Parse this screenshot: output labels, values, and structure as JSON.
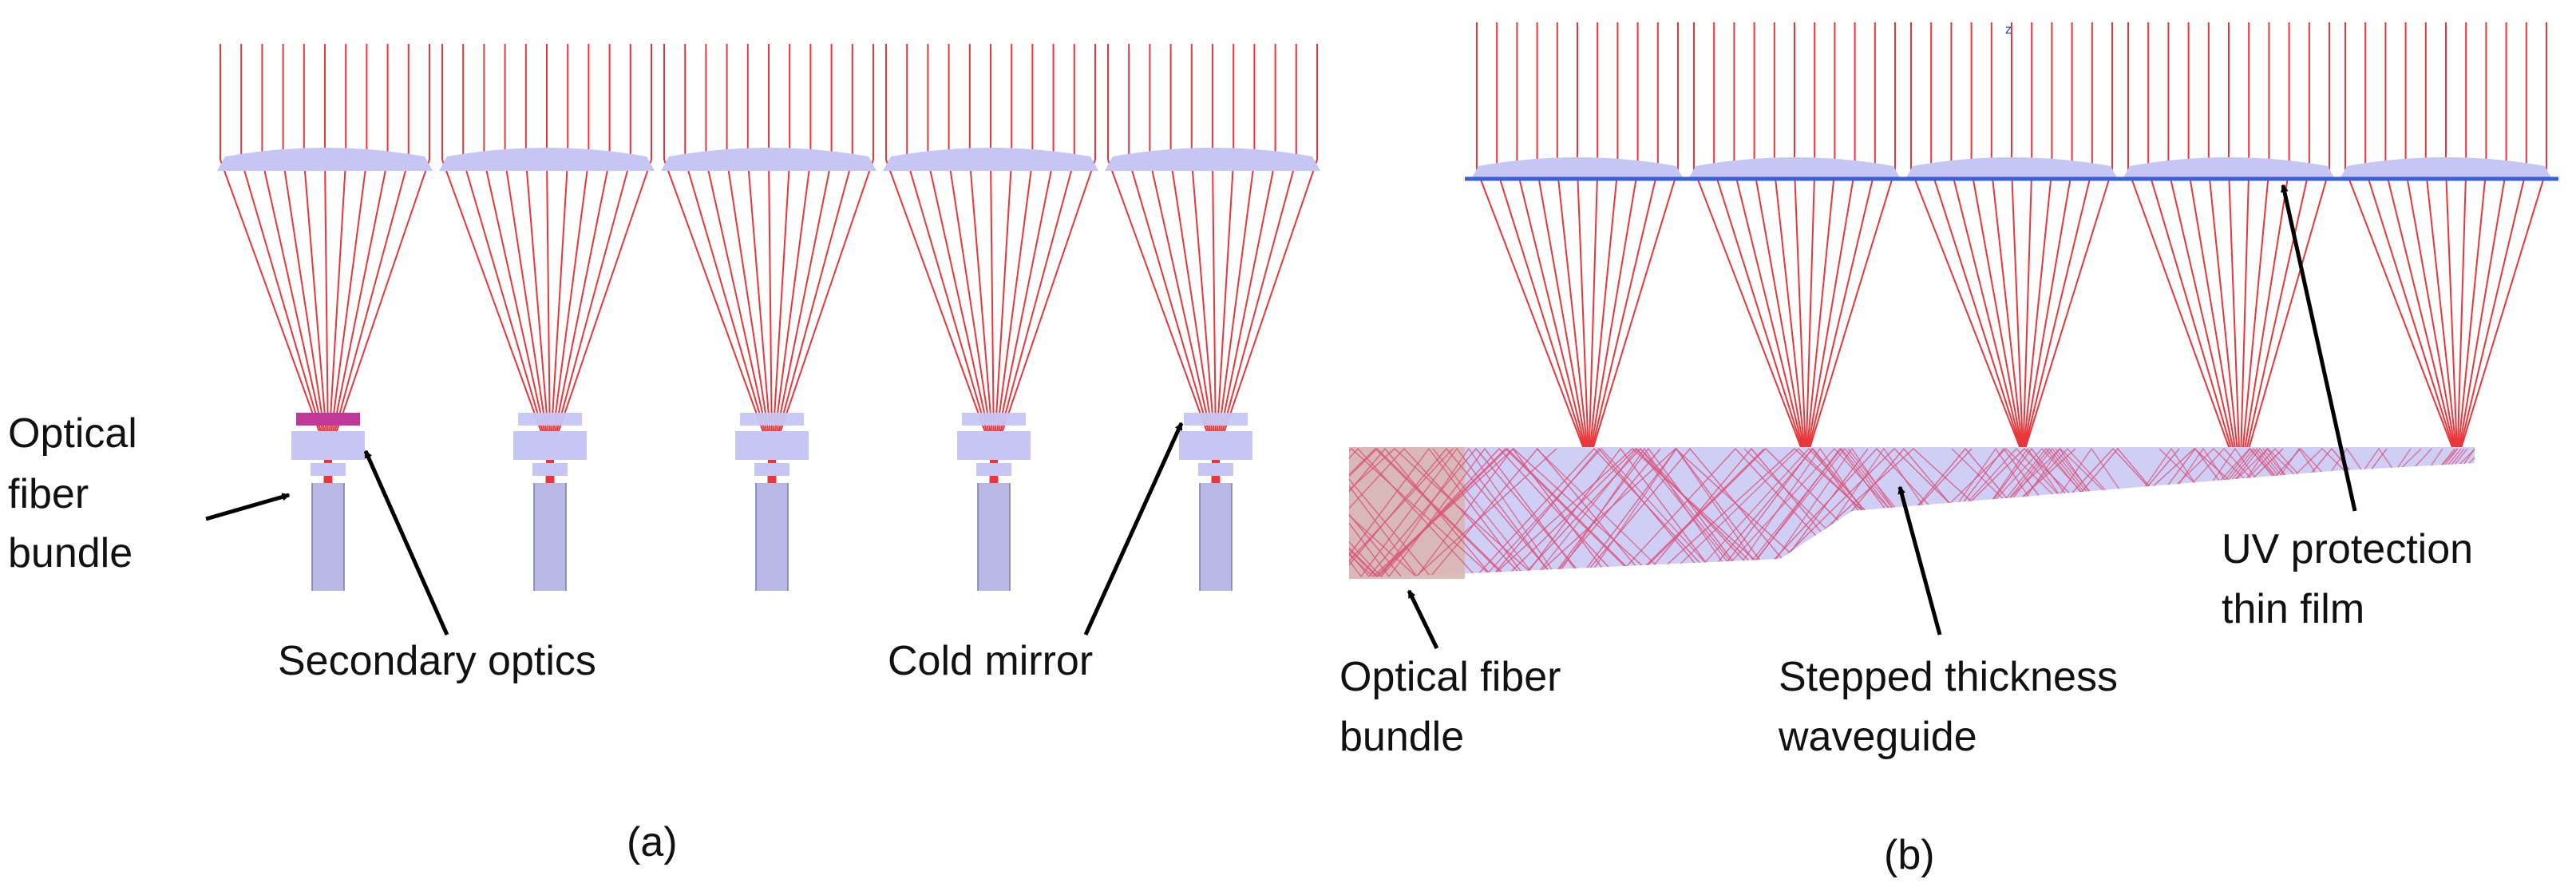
{
  "panel_a": {
    "caption": "(a)",
    "labels": {
      "fiber_line1": "Optical",
      "fiber_line2": "fiber",
      "fiber_line3": "bundle",
      "secondary_optics": "Secondary optics",
      "cold_mirror": "Cold mirror"
    },
    "lens_count": 5
  },
  "panel_b": {
    "caption": "(b)",
    "labels": {
      "fiber_line1": "Optical fiber",
      "fiber_line2": "bundle",
      "waveguide_line1": "Stepped thickness",
      "waveguide_line2": "waveguide",
      "uv_line1": "UV protection",
      "uv_line2": "thin film"
    },
    "lens_count": 5,
    "axis_marker": "z"
  },
  "colors": {
    "ray": "#e8363a",
    "lens": "#c6c6f5",
    "film": "#3a5fd6",
    "waveguide_ray": "#d9557d",
    "cold_mirror": "#c0399a",
    "arrow": "#000000"
  }
}
